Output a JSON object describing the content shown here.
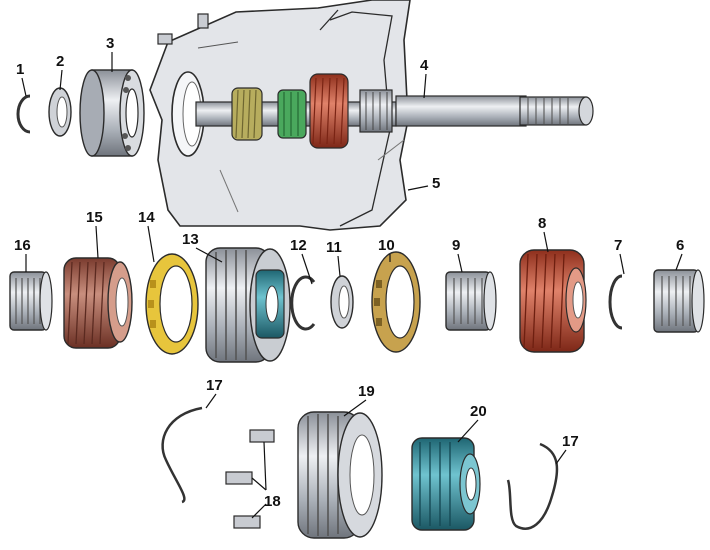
{
  "diagram": {
    "labels": {
      "l1": "1",
      "l2": "2",
      "l3": "3",
      "l4": "4",
      "l5": "5",
      "l6": "6",
      "l7": "7",
      "l8": "8",
      "l9": "9",
      "l10": "10",
      "l11": "11",
      "l12": "12",
      "l13": "13",
      "l14": "14",
      "l15": "15",
      "l16": "16",
      "l17a": "17",
      "l17b": "17",
      "l18": "18",
      "l19": "19",
      "l20": "20"
    },
    "colors": {
      "housing": "#e3e5e9",
      "steel": "#b9bec5",
      "gear_red": "#d2623f",
      "gear_copper": "#b86a55",
      "gear_yellow": "#e7c53c",
      "gear_bronze": "#c7a24e",
      "gear_green": "#4aa85d",
      "gear_teal": "#3b9aa8",
      "gear_khaki": "#b7ad5e"
    }
  }
}
